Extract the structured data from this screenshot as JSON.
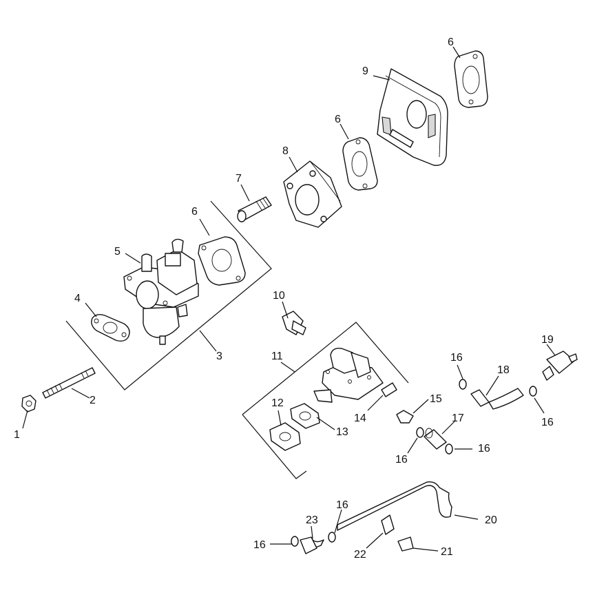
{
  "callouts": [
    {
      "id": "c1",
      "text": "1"
    },
    {
      "id": "c2",
      "text": "2"
    },
    {
      "id": "c3",
      "text": "3"
    },
    {
      "id": "c4",
      "text": "4"
    },
    {
      "id": "c5",
      "text": "5"
    },
    {
      "id": "c6a",
      "text": "6"
    },
    {
      "id": "c6b",
      "text": "6"
    },
    {
      "id": "c6c",
      "text": "6"
    },
    {
      "id": "c7",
      "text": "7"
    },
    {
      "id": "c8",
      "text": "8"
    },
    {
      "id": "c9",
      "text": "9"
    },
    {
      "id": "c10",
      "text": "10"
    },
    {
      "id": "c11",
      "text": "11"
    },
    {
      "id": "c12",
      "text": "12"
    },
    {
      "id": "c13",
      "text": "13"
    },
    {
      "id": "c14",
      "text": "14"
    },
    {
      "id": "c15",
      "text": "15"
    },
    {
      "id": "c16a",
      "text": "16"
    },
    {
      "id": "c16b",
      "text": "16"
    },
    {
      "id": "c16c",
      "text": "16"
    },
    {
      "id": "c16d",
      "text": "16"
    },
    {
      "id": "c16e",
      "text": "16"
    },
    {
      "id": "c16f",
      "text": "16"
    },
    {
      "id": "c17",
      "text": "17"
    },
    {
      "id": "c18",
      "text": "18"
    },
    {
      "id": "c19",
      "text": "19"
    },
    {
      "id": "c20",
      "text": "20"
    },
    {
      "id": "c21",
      "text": "21"
    },
    {
      "id": "c22",
      "text": "22"
    },
    {
      "id": "c23",
      "text": "23"
    }
  ]
}
